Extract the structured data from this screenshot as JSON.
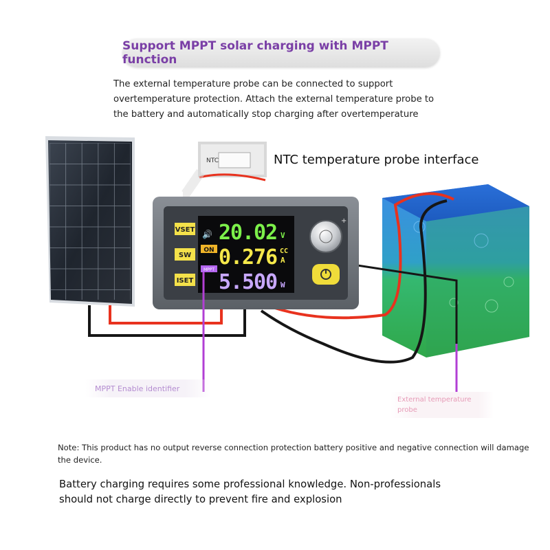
{
  "header": {
    "title": "Support MPPT solar charging with MPPT function"
  },
  "description": {
    "lines": [
      "The external temperature probe can be connected to support",
      "overtemperature protection. Attach the external temperature probe to",
      "the battery and automatically stop charging after overtemperature"
    ]
  },
  "labels": {
    "ntc": "NTC temperature probe interface",
    "ntc_connector": "NTC",
    "mppt_enable": "MPPT Enable identifier",
    "external_probe": "External temperature probe"
  },
  "device": {
    "buttons": [
      "VSET",
      "SW",
      "ISET"
    ],
    "display": {
      "voltage": "20.02",
      "voltage_unit": "V",
      "current": "0.276",
      "current_unit": "A",
      "mode": "CC",
      "power": "5.500",
      "power_unit": "W",
      "output_status": "ON",
      "mppt_tag": "MPPT"
    },
    "colors": {
      "voltage": "#7cf04a",
      "current": "#f5e84a",
      "power": "#c8a8ff",
      "on_badge": "#f0b428",
      "mppt_badge": "#b466f0"
    }
  },
  "footer": {
    "note": "Note: This product has no output reverse connection protection battery positive and negative connection will damage the device.",
    "warning_lines": [
      "Battery charging requires some professional knowledge. Non-professionals",
      "should not charge directly to prevent fire and explosion"
    ]
  }
}
